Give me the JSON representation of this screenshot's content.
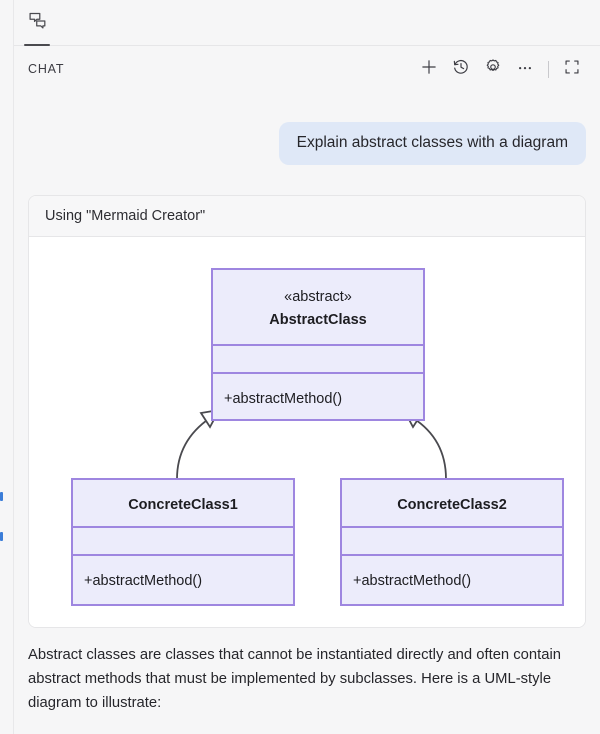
{
  "window": {
    "panel_name": "CHAT"
  },
  "tabstrip": {
    "tabs": [
      {
        "icon": "chat-bubble-icon",
        "active": true
      }
    ]
  },
  "header": {
    "title": "CHAT",
    "actions": [
      {
        "name": "new-chat-button",
        "icon": "plus-icon",
        "label": "+"
      },
      {
        "name": "history-button",
        "icon": "history-clock-icon",
        "label": "History"
      },
      {
        "name": "settings-button",
        "icon": "gear-icon",
        "label": "Settings"
      },
      {
        "name": "more-actions-button",
        "icon": "ellipsis-icon",
        "label": "More Actions..."
      },
      {
        "name": "maximize-button",
        "icon": "expand-icon",
        "label": "Maximize"
      }
    ]
  },
  "conversation": {
    "user_message": "Explain abstract classes with a diagram",
    "tool_card": {
      "header": "Using \"Mermaid Creator\"",
      "diagram": {
        "type": "uml-class-diagram",
        "stroke_color": "#9e86e0",
        "fill_color": "#ececfb",
        "line_color": "#4a4a4f",
        "classes": [
          {
            "id": "abstract-class",
            "stereotype": "«abstract»",
            "name": "AbstractClass",
            "attributes": [],
            "methods": [
              "+abstractMethod()"
            ]
          },
          {
            "id": "concrete-class-1",
            "stereotype": "",
            "name": "ConcreteClass1",
            "attributes": [],
            "methods": [
              "+abstractMethod()"
            ]
          },
          {
            "id": "concrete-class-2",
            "stereotype": "",
            "name": "ConcreteClass2",
            "attributes": [],
            "methods": [
              "+abstractMethod()"
            ]
          }
        ],
        "relations": [
          {
            "type": "inheritance",
            "from": "concrete-class-1",
            "to": "abstract-class"
          },
          {
            "type": "inheritance",
            "from": "concrete-class-2",
            "to": "abstract-class"
          }
        ]
      }
    },
    "answer_text": "Abstract classes are classes that cannot be instantiated directly and often contain abstract methods that must be implemented by subclasses. Here is a UML-style diagram to illustrate:"
  },
  "colors": {
    "accent": "#3b7dd8",
    "user_bubble": "#dfe8f7",
    "panel_bg": "#f6f6f7",
    "card_bg": "#ffffff",
    "uml_fill": "#ececfb",
    "uml_stroke": "#9e86e0"
  }
}
